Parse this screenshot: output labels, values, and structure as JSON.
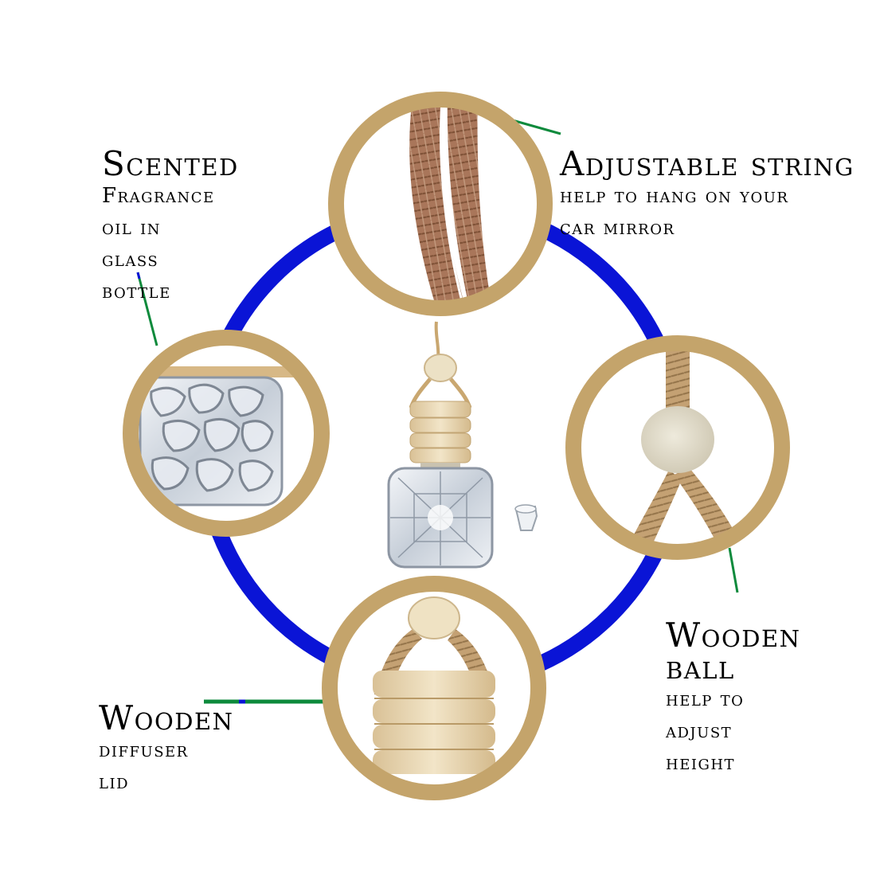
{
  "colors": {
    "ring": "#0a14d6",
    "frame": "#c4a46b",
    "leader_green": "#0e8a3c",
    "leader_blue": "#0a14d6",
    "rope": "#a9765a",
    "wood": "#e9d7b3",
    "glass": "#c7d0da"
  },
  "labels": {
    "scented": {
      "head": "Scented",
      "body": "Fragrance\noil in\nglass\nbottle"
    },
    "string": {
      "head": "Adjustable string",
      "body": "help to hang on your\ncar mirror"
    },
    "ball": {
      "head": "Wooden ball",
      "body": "help to\nadjust\nheight"
    },
    "lid": {
      "head": "Wooden",
      "body": "diffuser\nlid"
    }
  },
  "icons": {
    "top": "rope-closeup-icon",
    "left": "glass-bottle-icon",
    "right": "wooden-ball-icon",
    "bottom": "wooden-lid-icon",
    "center": "car-diffuser-bottle-icon",
    "plug": "plastic-plug-icon"
  }
}
